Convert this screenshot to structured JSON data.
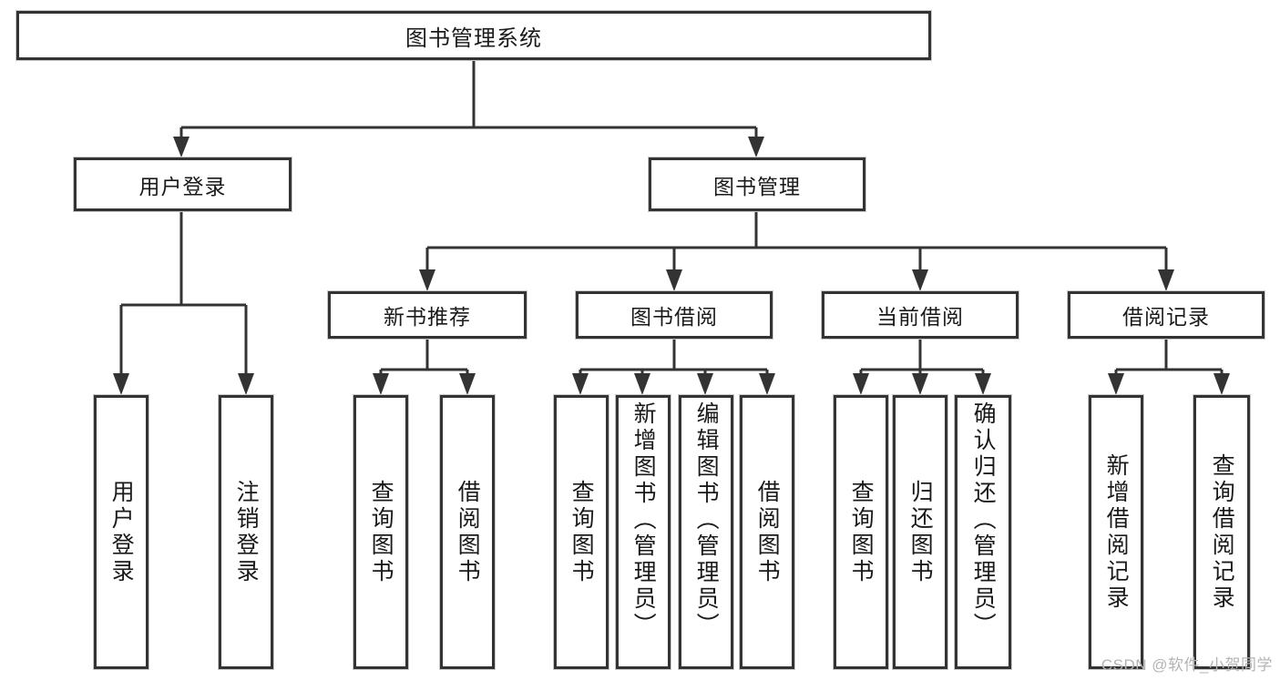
{
  "diagram": {
    "title": "图书管理系统",
    "type": "tree",
    "watermark": "CSDN @软件_小贺同学",
    "colors": {
      "stroke": "#333333",
      "fill": "#ffffff",
      "text": "#1a1a1a",
      "watermark": "#b4b4b4"
    },
    "root": {
      "label": "图书管理系统"
    },
    "level2": [
      {
        "id": "user-login",
        "label": "用户登录"
      },
      {
        "id": "book-manage",
        "label": "图书管理"
      }
    ],
    "level3": [
      {
        "id": "new-book-recommend",
        "label": "新书推荐",
        "parent": "book-manage"
      },
      {
        "id": "book-borrow",
        "label": "图书借阅",
        "parent": "book-manage"
      },
      {
        "id": "current-borrow",
        "label": "当前借阅",
        "parent": "book-manage"
      },
      {
        "id": "borrow-record",
        "label": "借阅记录",
        "parent": "book-manage"
      }
    ],
    "leaves": {
      "user-login": [
        {
          "id": "leaf-user-login",
          "label": "用户登录"
        },
        {
          "id": "leaf-user-logout",
          "label": "注销登录"
        }
      ],
      "new-book-recommend": [
        {
          "id": "leaf-query-book-1",
          "label": "查询图书"
        },
        {
          "id": "leaf-borrow-book-1",
          "label": "借阅图书"
        }
      ],
      "book-borrow": [
        {
          "id": "leaf-query-book-2",
          "label": "查询图书"
        },
        {
          "id": "leaf-add-book",
          "label": "新增图书（管理员）"
        },
        {
          "id": "leaf-edit-book",
          "label": "编辑图书（管理员）"
        },
        {
          "id": "leaf-borrow-book-2",
          "label": "借阅图书"
        }
      ],
      "current-borrow": [
        {
          "id": "leaf-query-book-3",
          "label": "查询图书"
        },
        {
          "id": "leaf-return-book",
          "label": "归还图书"
        },
        {
          "id": "leaf-confirm-return",
          "label": "确认归还（管理员）"
        }
      ],
      "borrow-record": [
        {
          "id": "leaf-add-record",
          "label": "新增借阅记录"
        },
        {
          "id": "leaf-query-record",
          "label": "查询借阅记录"
        }
      ]
    }
  }
}
